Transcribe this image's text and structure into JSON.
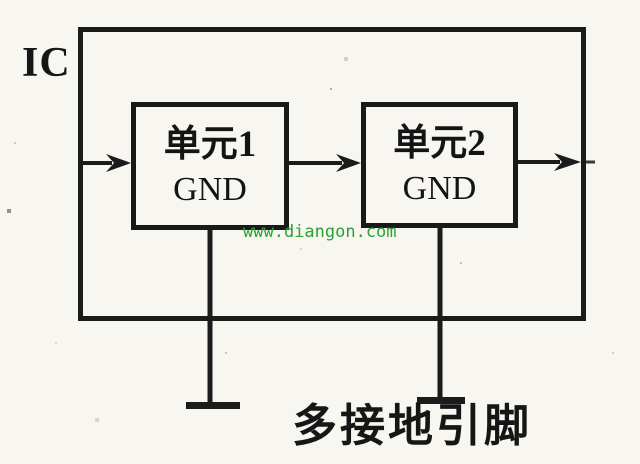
{
  "diagram": {
    "ic_label": "IC",
    "units": [
      {
        "title": "单元1",
        "pin_label": "GND"
      },
      {
        "title": "单元2",
        "pin_label": "GND"
      }
    ],
    "caption": "多接地引脚",
    "watermark": "www.diangon.com",
    "colors": {
      "line": "#1b1b1b",
      "watermark_green": "#2da135",
      "paper": "#f8f6f1"
    }
  }
}
